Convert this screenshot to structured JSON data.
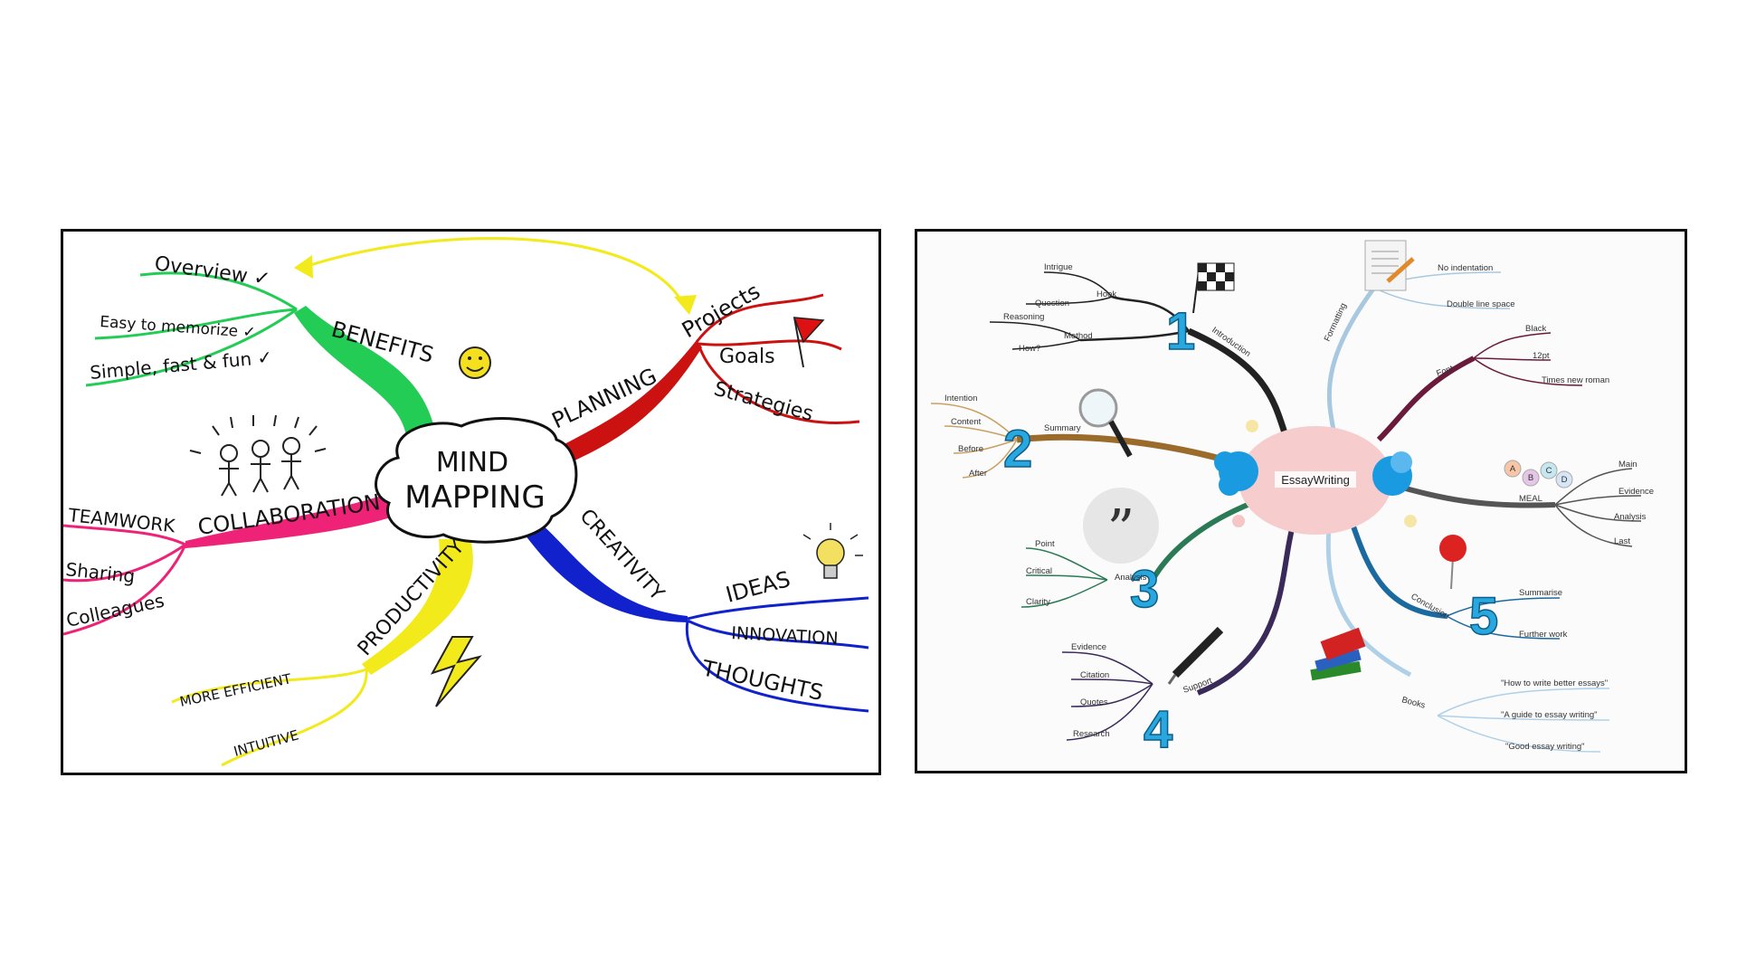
{
  "left_map": {
    "center_line1": "MIND",
    "center_line2": "MAPPING",
    "benefits": {
      "label": "BENEFITS",
      "items": [
        "Overview ✓",
        "Easy to memorize ✓",
        "Simple, fast & fun ✓"
      ]
    },
    "planning": {
      "label": "PLANNING",
      "items": [
        "Projects",
        "Goals",
        "Strategies"
      ]
    },
    "collaboration": {
      "label": "COLLABORATION",
      "items": [
        "TEAMWORK",
        "Sharing",
        "Colleagues"
      ]
    },
    "creativity": {
      "label": "CREATIVITY",
      "items": [
        "IDEAS",
        "INNOVATION",
        "THOUGHTS"
      ]
    },
    "productivity": {
      "label": "PRODUCTIVITY",
      "items": [
        "MORE EFFICIENT",
        "INTUITIVE"
      ]
    },
    "colors": {
      "benefits": "#22cc55",
      "planning": "#cc1111",
      "collaboration": "#ee2277",
      "creativity": "#1122cc",
      "productivity": "#f2ea1a",
      "arrow": "#f2ea1a"
    }
  },
  "right_map": {
    "center": "EssayWriting",
    "introduction": {
      "number": "1",
      "label": "Introduction",
      "hook": "Hook",
      "hook_items": [
        "Intrigue",
        "Question"
      ],
      "method": "Method",
      "method_items": [
        "Reasoning",
        "How?"
      ]
    },
    "summary": {
      "number": "2",
      "label": "Summary",
      "items": [
        "Intention",
        "Content",
        "Before",
        "After"
      ]
    },
    "analysis": {
      "number": "3",
      "label": "Analysis",
      "items": [
        "Point",
        "Critical",
        "Clarity"
      ]
    },
    "support": {
      "number": "4",
      "label": "Support",
      "items": [
        "Evidence",
        "Citation",
        "Quotes",
        "Research"
      ]
    },
    "conclusion": {
      "number": "5",
      "label": "Conclusion",
      "items": [
        "Summarise",
        "Further work"
      ]
    },
    "formatting": {
      "label": "Formatting",
      "items": [
        "No indentation",
        "Double line space"
      ]
    },
    "font": {
      "label": "Font",
      "items": [
        "Black",
        "12pt",
        "Times new roman"
      ]
    },
    "meal": {
      "label": "MEAL",
      "items": [
        "Main",
        "Evidence",
        "Analysis",
        "Last"
      ],
      "badges": [
        "A",
        "B",
        "C",
        "D"
      ]
    },
    "books": {
      "label": "Books",
      "items": [
        "\"How to write better essays\"",
        "\"A guide to essay writing\"",
        "\"Good essay writing\""
      ]
    },
    "colors": {
      "introduction": "#222222",
      "summary": "#9a6b2a",
      "analysis": "#2a7a55",
      "support": "#3a2a5a",
      "conclusion": "#1a6aa0",
      "formatting": "#a8c8e0",
      "font": "#6a1a3a",
      "meal": "#555555",
      "books": "#b0d0e8",
      "number": "#29a8e0",
      "center_fill": "#f6cccc"
    }
  }
}
